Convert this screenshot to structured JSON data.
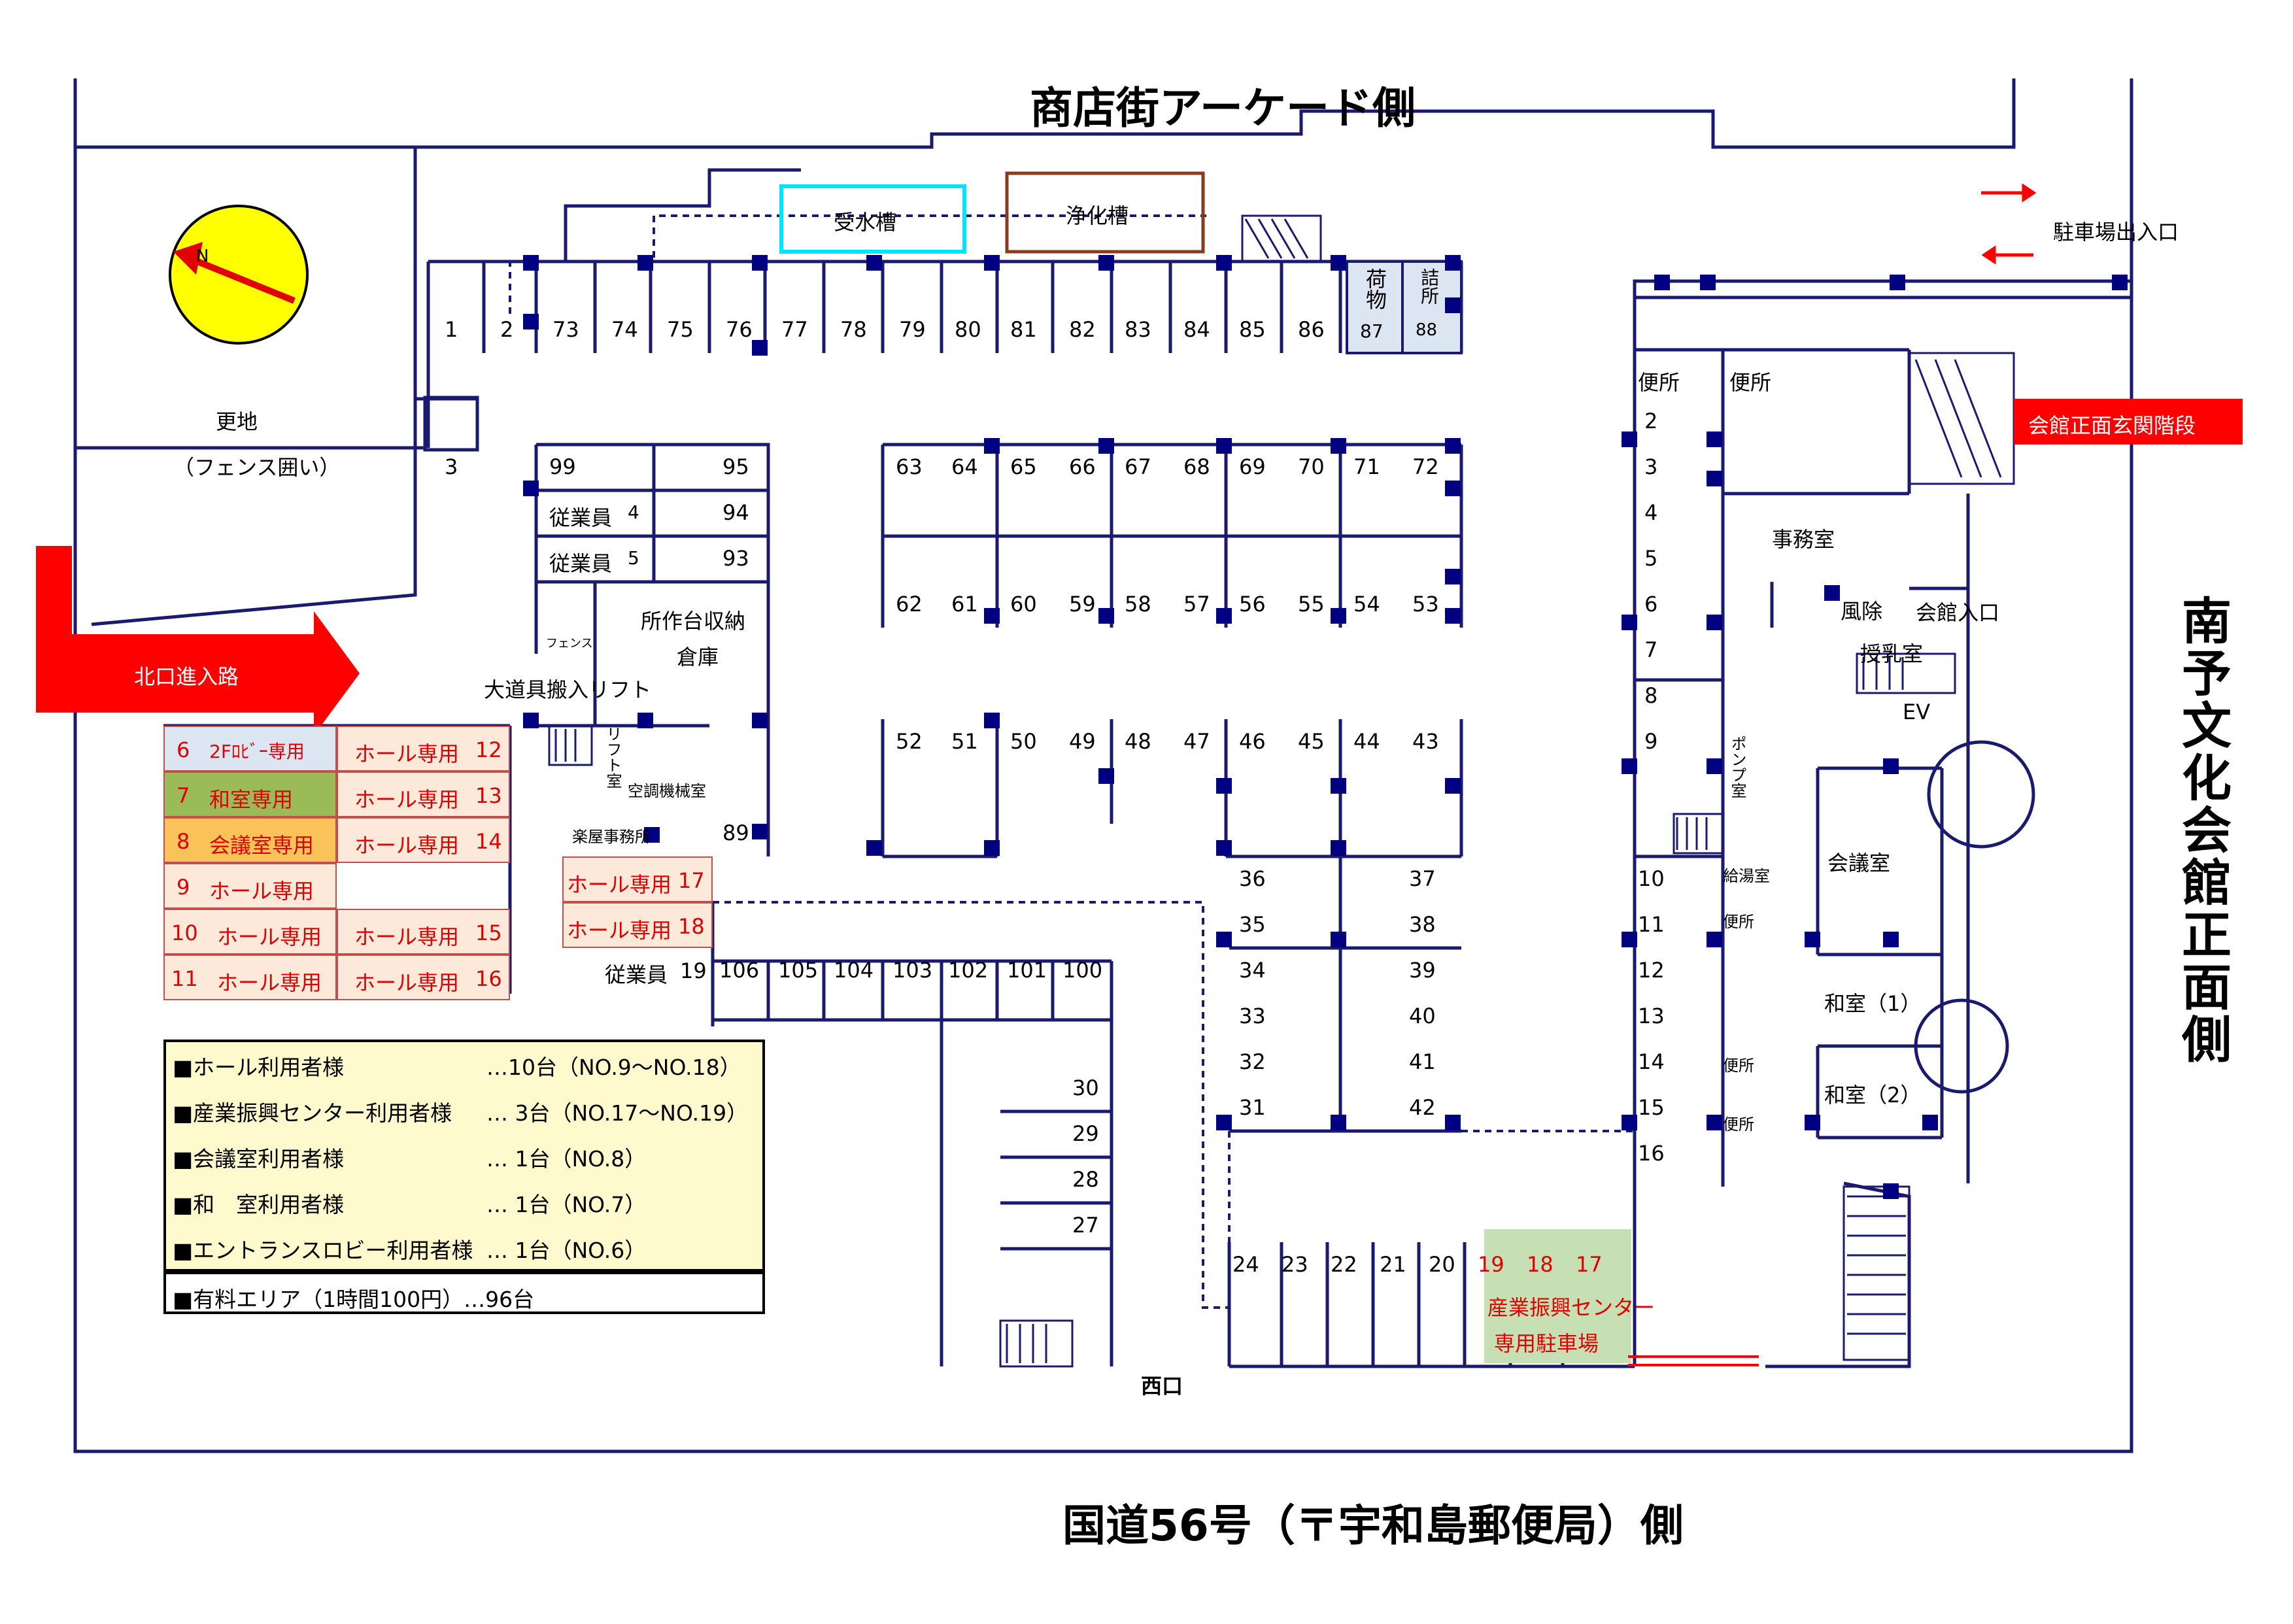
{
  "top_side_label": "商店街アーケード側",
  "bottom_side_label": "国道56号（〒宇和島郵便局）側",
  "right_side_label": "南予文化会館正面側",
  "facilities": {
    "receiving_tank": "受水槽",
    "septic_tank": "浄化槽",
    "vacant_lot": "更地",
    "vacant_lot_note": "（フェンス囲い）",
    "north_entry": "北口進入路",
    "west_exit": "西口",
    "parking_gate": "駐車場出入口",
    "main_stairs": "会館正面玄関階段",
    "office": "事務室",
    "windbreak": "風除",
    "hall_entrance": "会館入口",
    "nursing_room": "授乳室",
    "ev": "EV",
    "toilet1": "便所",
    "toilet2": "便所",
    "toilet3": "便所",
    "toilet4": "便所",
    "toilet5": "便所",
    "pump_room": "ポンプ室",
    "hot_water_room": "給湯室",
    "meeting_room": "会議室",
    "japanese_room1": "和室（1）",
    "japanese_room2": "和室（2）",
    "storage": "所作台収納",
    "warehouse": "倉庫",
    "lift": "大道具搬入リフト",
    "lift_room": "リフト室",
    "ac_room": "空調機械室",
    "backstage_office": "楽屋事務所",
    "fence": "フェンス",
    "cargo": "荷物",
    "station": "詰所",
    "industry_parking_1": "産業振興センター",
    "industry_parking_2": "専用駐車場"
  },
  "reserved_spaces": [
    {
      "no": "6",
      "label": "2Fﾛﾋﾞｰ専用",
      "color": "#dce6f2"
    },
    {
      "no": "7",
      "label": "和室専用",
      "color": "#9bbb59"
    },
    {
      "no": "8",
      "label": "会議室専用",
      "color": "#fac35a"
    },
    {
      "no": "9",
      "label": "ホール専用",
      "color": "#fde9d9"
    },
    {
      "no": "10",
      "label": "ホール専用",
      "color": "#fde9d9"
    },
    {
      "no": "11",
      "label": "ホール専用",
      "color": "#fde9d9"
    },
    {
      "no": "12",
      "label": "ホール専用",
      "color": "#fde9d9"
    },
    {
      "no": "13",
      "label": "ホール専用",
      "color": "#fde9d9"
    },
    {
      "no": "14",
      "label": "ホール専用",
      "color": "#fde9d9"
    },
    {
      "no": "15",
      "label": "ホール専用",
      "color": "#fde9d9"
    },
    {
      "no": "16",
      "label": "ホール専用",
      "color": "#fde9d9"
    },
    {
      "no": "17",
      "label": "ホール専用",
      "color": "#fde9d9"
    },
    {
      "no": "18",
      "label": "ホール専用",
      "color": "#fde9d9"
    },
    {
      "no": "19",
      "label": "従業員",
      "color": "#ffffff"
    },
    {
      "no": "4",
      "label": "従業員",
      "color": "#ffffff"
    },
    {
      "no": "5",
      "label": "従業員",
      "color": "#ffffff"
    }
  ],
  "legend": [
    {
      "item": "■ホール利用者様",
      "count": "…10台（NO.9～NO.18）"
    },
    {
      "item": "■産業振興センター利用者様",
      "count": "… 3台（NO.17～NO.19）"
    },
    {
      "item": "■会議室利用者様",
      "count": "… 1台（NO.8）"
    },
    {
      "item": "■和　室利用者様",
      "count": "… 1台（NO.7）"
    },
    {
      "item": "■エントランスロビー利用者様",
      "count": "… 1台（NO.6）"
    }
  ],
  "paid_area": "■有料エリア（1時間100円）…96台",
  "colors": {
    "line": "#1a1a6e",
    "pillar": "#000080",
    "red": "#ff0000",
    "receiving_tank_border": "#00e5ff",
    "septic_tank_border": "#8b3a1a",
    "legend_bg": "#fffacd",
    "compass": "#ffff00"
  },
  "compass_label": "N",
  "spaces": {
    "s1": "1",
    "s2": "2",
    "s3": "3",
    "s20": "20",
    "s21": "21",
    "s22": "22",
    "s23": "23",
    "s24": "24",
    "s27": "27",
    "s28": "28",
    "s29": "29",
    "s30": "30",
    "s31": "31",
    "s32": "32",
    "s33": "33",
    "s34": "34",
    "s35": "35",
    "s36": "36",
    "s37": "37",
    "s38": "38",
    "s39": "39",
    "s40": "40",
    "s41": "41",
    "s42": "42",
    "s43": "43",
    "s44": "44",
    "s45": "45",
    "s46": "46",
    "s47": "47",
    "s48": "48",
    "s49": "49",
    "s50": "50",
    "s51": "51",
    "s52": "52",
    "s53": "53",
    "s54": "54",
    "s55": "55",
    "s56": "56",
    "s57": "57",
    "s58": "58",
    "s59": "59",
    "s60": "60",
    "s61": "61",
    "s62": "62",
    "s63": "63",
    "s64": "64",
    "s65": "65",
    "s66": "66",
    "s67": "67",
    "s68": "68",
    "s69": "69",
    "s70": "70",
    "s71": "71",
    "s72": "72",
    "s73": "73",
    "s74": "74",
    "s75": "75",
    "s76": "76",
    "s77": "77",
    "s78": "78",
    "s79": "79",
    "s80": "80",
    "s81": "81",
    "s82": "82",
    "s83": "83",
    "s84": "84",
    "s85": "85",
    "s86": "86",
    "s87": "87",
    "s88": "88",
    "s89": "89",
    "s93": "93",
    "s94": "94",
    "s95": "95",
    "s99": "99",
    "s100": "100",
    "s101": "101",
    "s102": "102",
    "s103": "103",
    "s104": "104",
    "s105": "105",
    "s106": "106",
    "r2": "2",
    "r3": "3",
    "r4": "4",
    "r5": "5",
    "r6": "6",
    "r7": "7",
    "r8": "8",
    "r9": "9",
    "r10": "10",
    "r11": "11",
    "r12": "12",
    "r13": "13",
    "r14": "14",
    "r15": "15",
    "r16": "16",
    "b17": "17",
    "b18": "18",
    "b19": "19"
  }
}
